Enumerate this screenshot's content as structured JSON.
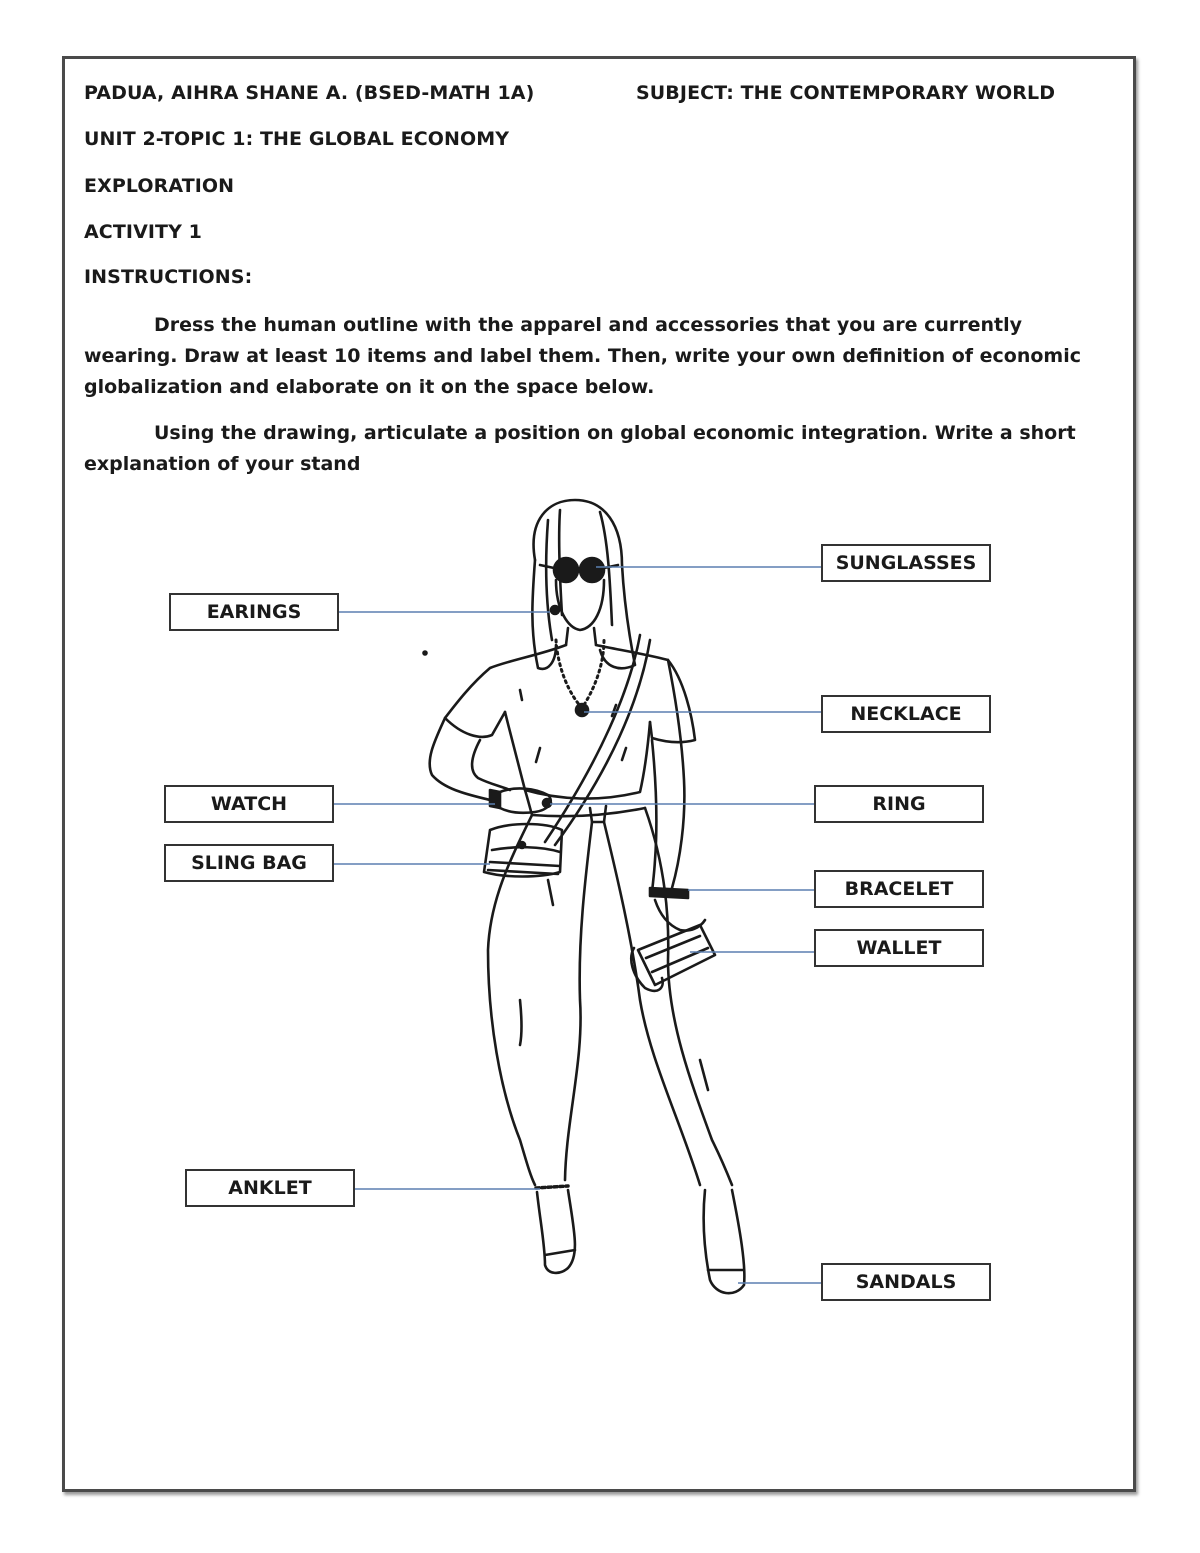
{
  "header": {
    "student": "PADUA, AIHRA SHANE A. (BSED-MATH 1A)",
    "subject": "SUBJECT: THE CONTEMPORARY WORLD",
    "unit": "UNIT 2-TOPIC 1: THE GLOBAL ECONOMY",
    "section": "EXPLORATION",
    "activity": "ACTIVITY 1",
    "instructions_heading": "INSTRUCTIONS:"
  },
  "instructions": {
    "paragraph1": "Dress the human outline with the apparel and accessories that you are currently wearing. Draw at least 10 items and label them. Then, write your own definition of economic globalization and elaborate on it on the space below.",
    "paragraph2": "Using the drawing, articulate a position on global economic integration. Write a short explanation of your stand"
  },
  "labels": {
    "sunglasses": "SUNGLASSES",
    "earings": "EARINGS",
    "necklace": "NECKLACE",
    "watch": "WATCH",
    "ring": "RING",
    "sling_bag": "SLING BAG",
    "bracelet": "BRACELET",
    "wallet": "WALLET",
    "anklet": "ANKLET",
    "sandals": "SANDALS"
  },
  "colors": {
    "leader_line": "#5b7fb0",
    "ink": "#1a1a1a"
  }
}
